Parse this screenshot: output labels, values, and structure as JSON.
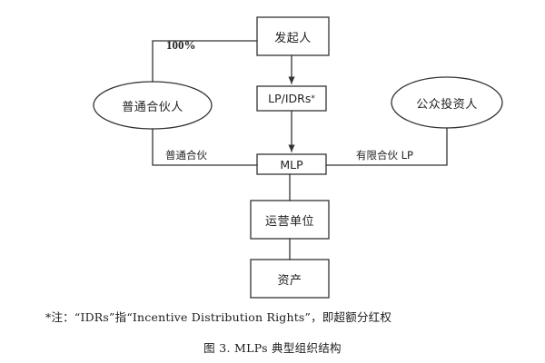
{
  "figure": {
    "caption": "图 3.  MLPs 典型组织结构",
    "footnote": "*注：“IDRs”指“Incentive Distribution Rights”，即超额分红权",
    "stroke_color": "#333333",
    "text_color": "#222222",
    "background_color": "#ffffff"
  },
  "diagram": {
    "type": "flowchart",
    "nodes": [
      {
        "id": "sponsor",
        "label": "发起人",
        "shape": "rect",
        "script": "cjk"
      },
      {
        "id": "gp",
        "label": "普通合伙人",
        "shape": "ellipse",
        "script": "cjk"
      },
      {
        "id": "lp_idrs",
        "label": "LP/IDRs",
        "shape": "rect",
        "script": "latin",
        "superscript": "*"
      },
      {
        "id": "public",
        "label": "公众投资人",
        "shape": "ellipse",
        "script": "cjk"
      },
      {
        "id": "mlp",
        "label": "MLP",
        "shape": "rect",
        "script": "latin"
      },
      {
        "id": "operating",
        "label": "运营单位",
        "shape": "rect",
        "script": "cjk"
      },
      {
        "id": "assets",
        "label": "资产",
        "shape": "rect",
        "script": "cjk"
      }
    ],
    "edges": [
      {
        "from": "sponsor",
        "to": "gp",
        "label": "100%",
        "arrow": false
      },
      {
        "from": "sponsor",
        "to": "lp_idrs",
        "label": "",
        "arrow": true
      },
      {
        "from": "lp_idrs",
        "to": "mlp",
        "label": "",
        "arrow": true
      },
      {
        "from": "gp",
        "to": "mlp",
        "label": "普通合伙",
        "arrow": false
      },
      {
        "from": "public",
        "to": "mlp",
        "label": "有限合伙 LP",
        "arrow": false
      },
      {
        "from": "mlp",
        "to": "operating",
        "label": "",
        "arrow": false
      },
      {
        "from": "operating",
        "to": "assets",
        "label": "",
        "arrow": false
      }
    ],
    "edge_labels": {
      "pct": "100%",
      "general_partnership": "普通合伙",
      "limited_partnership": "有限合伙 LP"
    }
  }
}
